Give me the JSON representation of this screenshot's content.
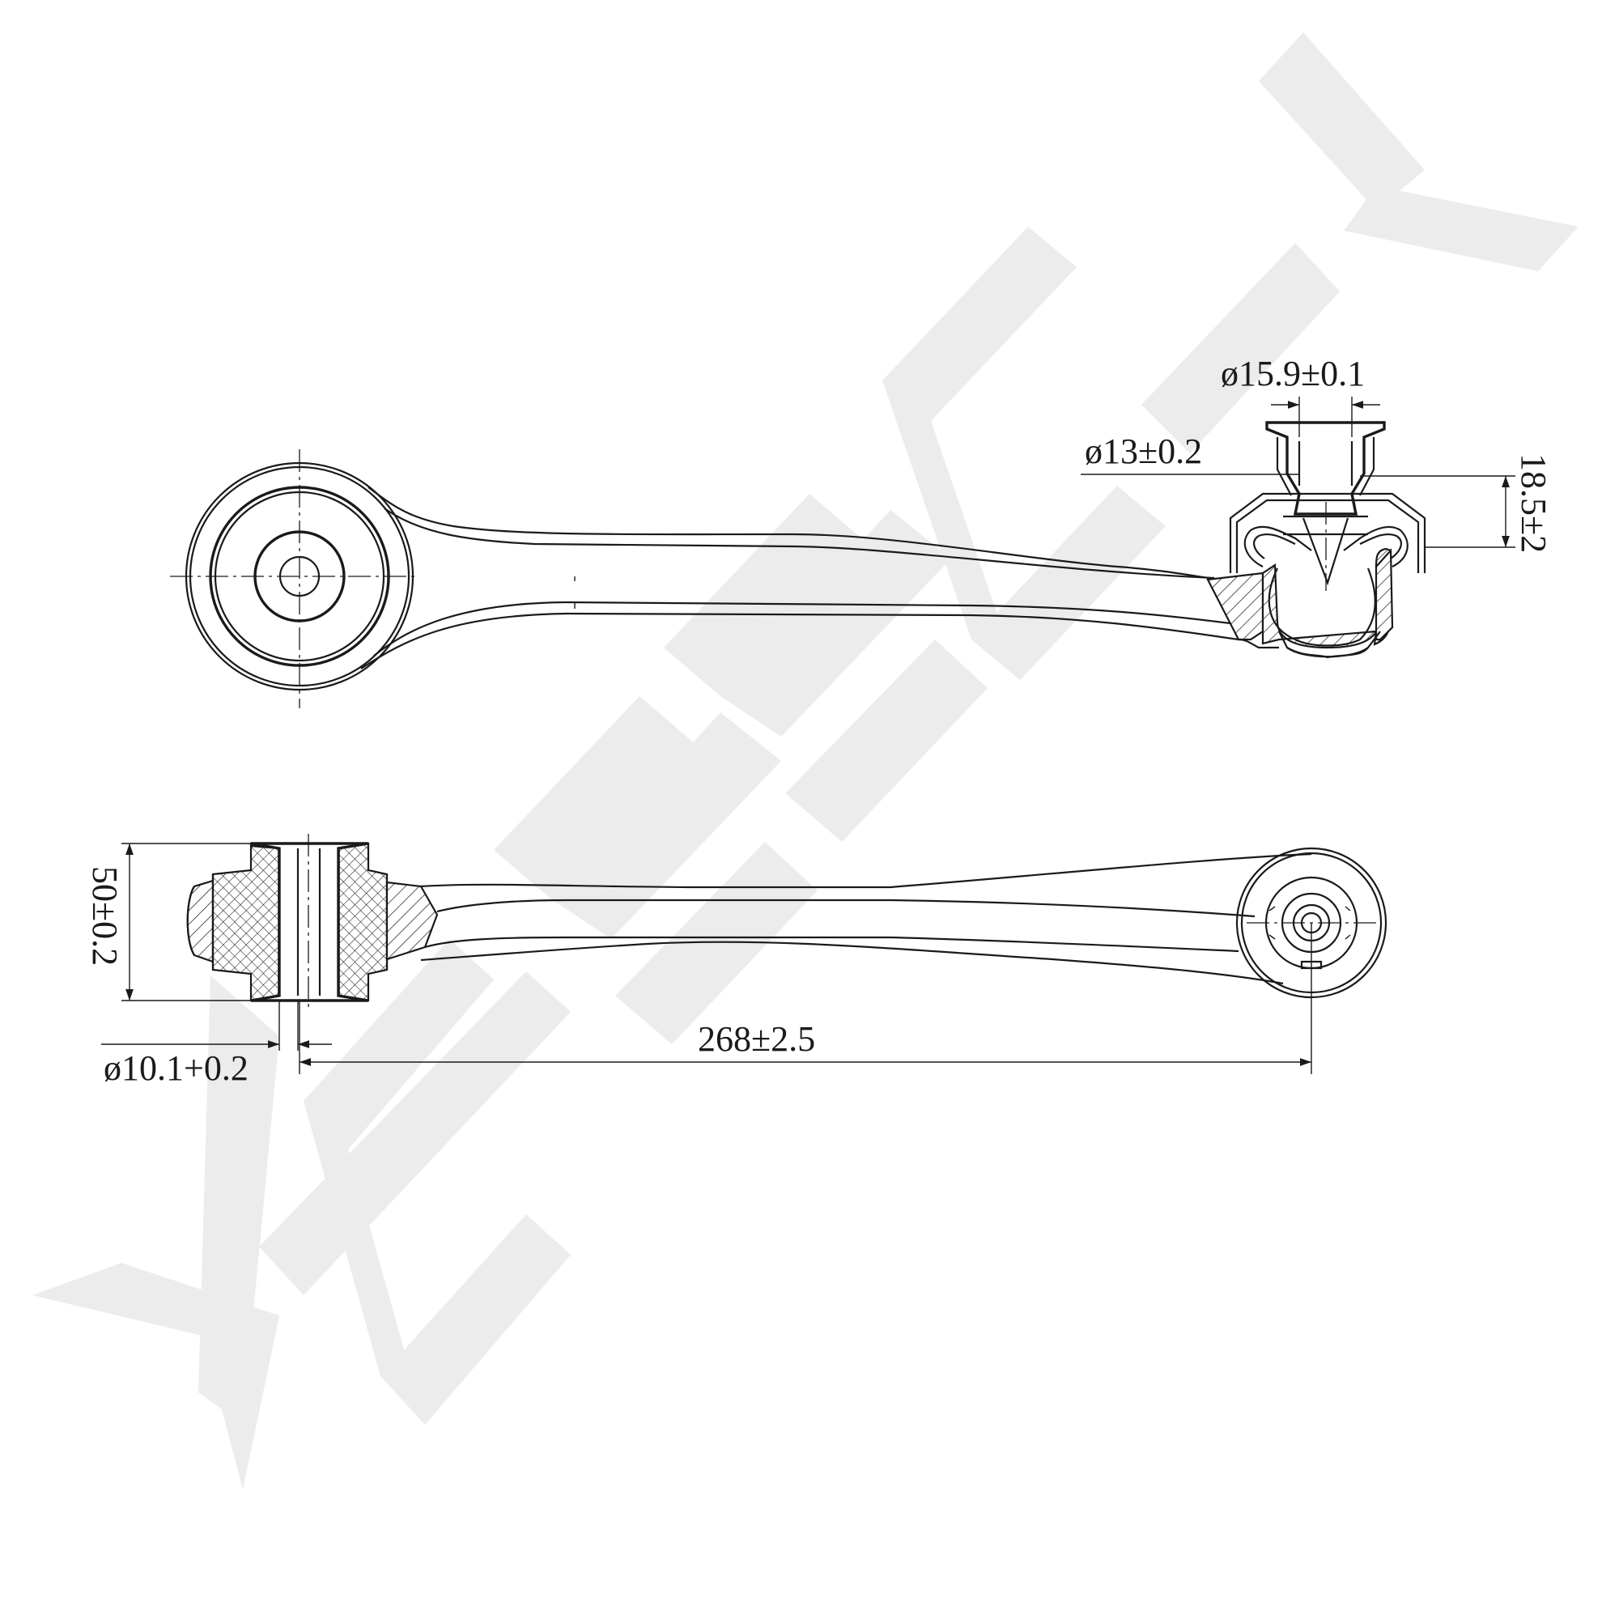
{
  "watermark": {
    "text": "ZENNEK",
    "color": "#ebebeb"
  },
  "dimensions": {
    "stud_diameter": "ø15.9±0.1",
    "taper_diameter": "ø13±0.2",
    "ball_height": "18.5±2",
    "bushing_width": "50±0.2",
    "bore_diameter": "ø10.1+0.2",
    "center_distance": "268±2.5"
  }
}
